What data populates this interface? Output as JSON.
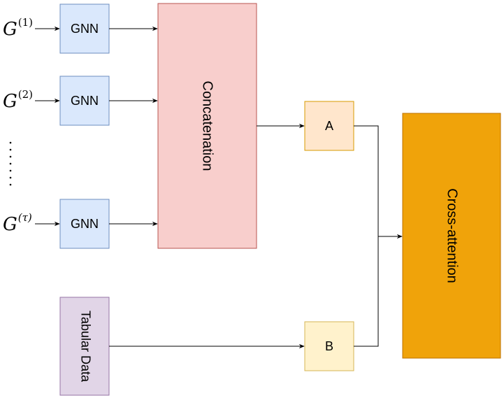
{
  "inputs": [
    {
      "symbol": "G",
      "superscript": "(1)"
    },
    {
      "symbol": "G",
      "superscript": "(2)"
    },
    {
      "symbol": "G",
      "superscript": "(τ)"
    }
  ],
  "ellipsis": "⋮",
  "gnn_label": "GNN",
  "concat_label": "Concatenation",
  "tabular_label": "Tabular Data",
  "a_label": "A",
  "b_label": "B",
  "cross_label": "Cross-attention",
  "colors": {
    "gnn_fill": "#dae8fc",
    "gnn_stroke": "#6c8ebf",
    "concat_fill": "#f8cecc",
    "concat_stroke": "#b85450",
    "tabular_fill": "#e1d5e7",
    "tabular_stroke": "#9673a6",
    "a_fill": "#ffe6cc",
    "a_stroke": "#d79b00",
    "b_fill": "#fff2cc",
    "b_stroke": "#d6b656",
    "cross_fill": "#f0a30a",
    "cross_stroke": "#bd7000"
  }
}
